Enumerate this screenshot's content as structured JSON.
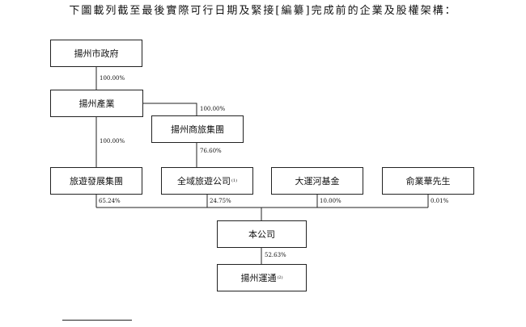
{
  "intro": "下圖載列截至最後實際可行日期及緊接[編纂]完成前的企業及股權架構：",
  "entities": {
    "yangzhou_gov": "揚州市政府",
    "yangzhou_industry": "揚州產業",
    "yangzhou_commerce_tourism": "揚州商旅集團",
    "tourism_dev": "旅遊發展集團",
    "quanyu_tourism": "全域旅遊公司",
    "quanyu_note": "(1)",
    "grand_canal_fund": "大運河基金",
    "yu_yehua": "俞業華先生",
    "company": "本公司",
    "yangzhou_transport": "揚州運通",
    "yangzhou_transport_note": "(2)"
  },
  "percentages": {
    "gov_to_industry": "100.00%",
    "industry_to_commerce": "100.00%",
    "industry_to_tourism_dev": "100.00%",
    "commerce_to_quanyu": "76.60%",
    "tourism_dev_to_company": "65.24%",
    "quanyu_to_company": "24.75%",
    "fund_to_company": "10.00%",
    "yu_to_company": "0.01%",
    "company_to_transport": "52.63%"
  }
}
